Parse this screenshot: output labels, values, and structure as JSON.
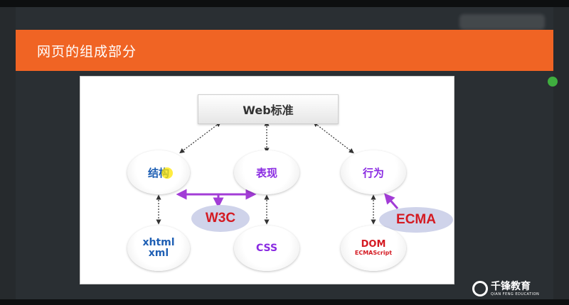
{
  "slide": {
    "title": "网页的组成部分"
  },
  "diagram": {
    "root": "Web标准",
    "categories": [
      "结构",
      "表现",
      "行为"
    ],
    "technologies": {
      "structure": [
        "xhtml",
        "xml"
      ],
      "presentation": "CSS",
      "behavior_main": "DOM",
      "behavior_sub": "ECMAScript"
    },
    "callouts": {
      "w3c": "W3C",
      "ecma": "ECMA"
    },
    "colors": {
      "category_text": "#8a2be2",
      "structure_text": "#1e5fb4",
      "callout_text": "#d41a22",
      "callout_bg": "#cfd3ea",
      "purple_arrow": "#a23cd6",
      "header": "#f06424"
    }
  },
  "branding": {
    "logo_main": "千锋教育",
    "logo_sub": "QIAN FENG EDUCATION"
  }
}
